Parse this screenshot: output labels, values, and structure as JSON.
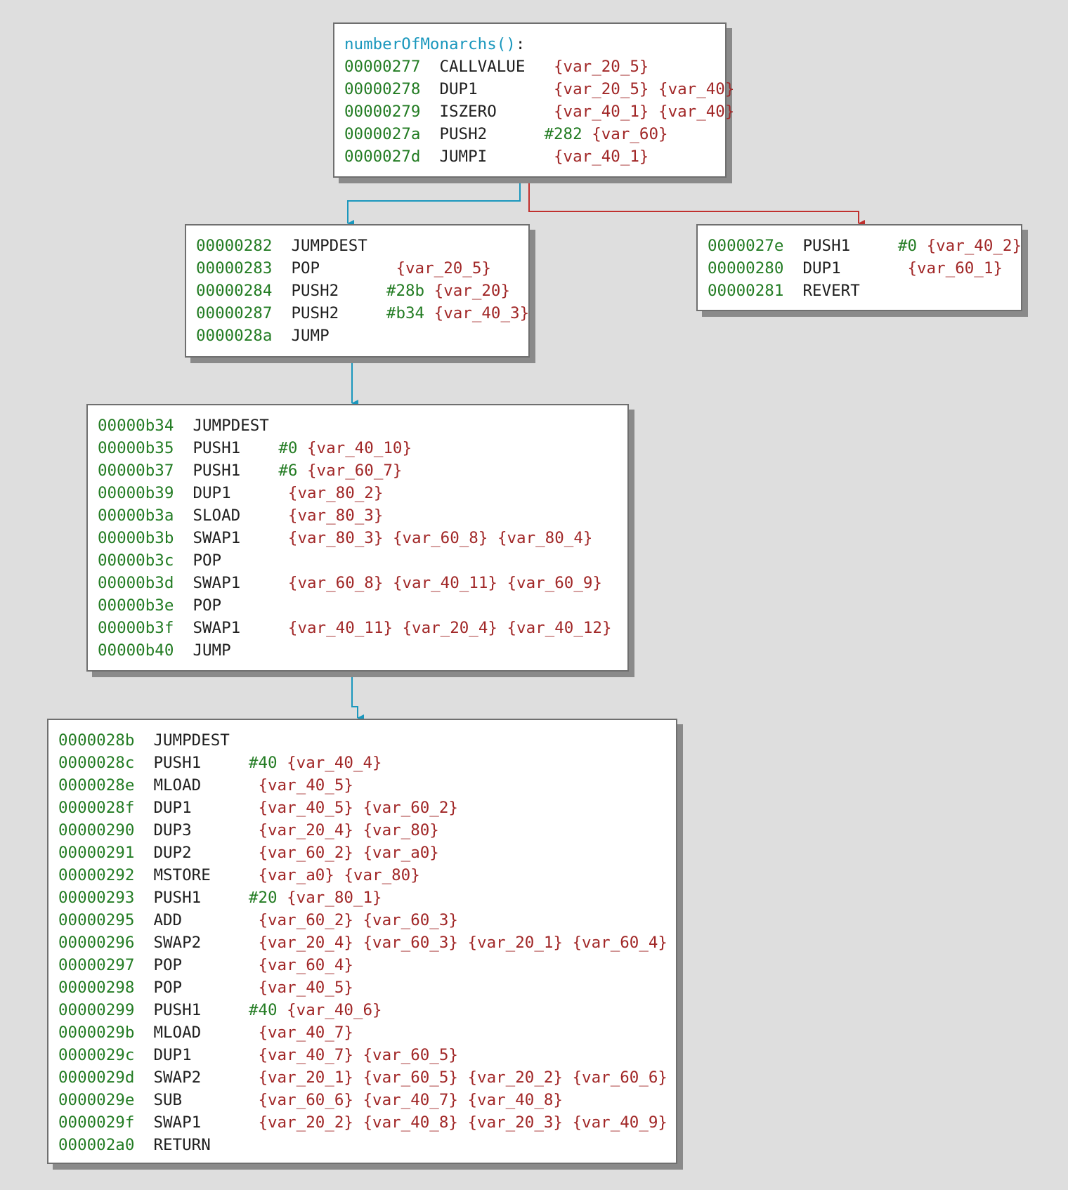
{
  "colors": {
    "background": "#dedede",
    "address": "#237c23",
    "immediate": "#237c23",
    "variable": "#a12727",
    "function": "#1a97bd",
    "edge_true": "#1a97bd",
    "edge_false": "#c0302e"
  },
  "blocks": [
    {
      "id": "block-entry",
      "header": "numberOfMonarchs()",
      "header_suffix": ":",
      "rows": [
        {
          "addr": "00000277",
          "op": "CALLVALUE",
          "imm": "",
          "vars": [
            "{var_20_5}"
          ]
        },
        {
          "addr": "00000278",
          "op": "DUP1",
          "imm": "",
          "vars": [
            "{var_20_5}",
            "{var_40}"
          ]
        },
        {
          "addr": "00000279",
          "op": "ISZERO",
          "imm": "",
          "vars": [
            "{var_40_1}",
            "{var_40}"
          ]
        },
        {
          "addr": "0000027a",
          "op": "PUSH2",
          "imm": "#282",
          "vars": [
            "{var_60}"
          ]
        },
        {
          "addr": "0000027d",
          "op": "JUMPI",
          "imm": "",
          "vars": [
            "{var_40_1}"
          ]
        }
      ]
    },
    {
      "id": "block-282",
      "header": "",
      "rows": [
        {
          "addr": "00000282",
          "op": "JUMPDEST",
          "imm": "",
          "vars": []
        },
        {
          "addr": "00000283",
          "op": "POP",
          "imm": "",
          "vars": [
            "{var_20_5}"
          ]
        },
        {
          "addr": "00000284",
          "op": "PUSH2",
          "imm": "#28b",
          "vars": [
            "{var_20}"
          ]
        },
        {
          "addr": "00000287",
          "op": "PUSH2",
          "imm": "#b34",
          "vars": [
            "{var_40_3}"
          ]
        },
        {
          "addr": "0000028a",
          "op": "JUMP",
          "imm": "",
          "vars": []
        }
      ]
    },
    {
      "id": "block-27e",
      "header": "",
      "rows": [
        {
          "addr": "0000027e",
          "op": "PUSH1",
          "imm": "#0",
          "vars": [
            "{var_40_2}"
          ]
        },
        {
          "addr": "00000280",
          "op": "DUP1",
          "imm": "",
          "vars": [
            "{var_60_1}"
          ]
        },
        {
          "addr": "00000281",
          "op": "REVERT",
          "imm": "",
          "vars": []
        }
      ]
    },
    {
      "id": "block-b34",
      "header": "",
      "rows": [
        {
          "addr": "00000b34",
          "op": "JUMPDEST",
          "imm": "",
          "vars": []
        },
        {
          "addr": "00000b35",
          "op": "PUSH1",
          "imm": "#0",
          "vars": [
            "{var_40_10}"
          ]
        },
        {
          "addr": "00000b37",
          "op": "PUSH1",
          "imm": "#6",
          "vars": [
            "{var_60_7}"
          ]
        },
        {
          "addr": "00000b39",
          "op": "DUP1",
          "imm": "",
          "vars": [
            "{var_80_2}"
          ]
        },
        {
          "addr": "00000b3a",
          "op": "SLOAD",
          "imm": "",
          "vars": [
            "{var_80_3}"
          ]
        },
        {
          "addr": "00000b3b",
          "op": "SWAP1",
          "imm": "",
          "vars": [
            "{var_80_3}",
            "{var_60_8}",
            "{var_80_4}"
          ]
        },
        {
          "addr": "00000b3c",
          "op": "POP",
          "imm": "",
          "vars": []
        },
        {
          "addr": "00000b3d",
          "op": "SWAP1",
          "imm": "",
          "vars": [
            "{var_60_8}",
            "{var_40_11}",
            "{var_60_9}"
          ]
        },
        {
          "addr": "00000b3e",
          "op": "POP",
          "imm": "",
          "vars": []
        },
        {
          "addr": "00000b3f",
          "op": "SWAP1",
          "imm": "",
          "vars": [
            "{var_40_11}",
            "{var_20_4}",
            "{var_40_12}"
          ]
        },
        {
          "addr": "00000b40",
          "op": "JUMP",
          "imm": "",
          "vars": []
        }
      ]
    },
    {
      "id": "block-28b",
      "header": "",
      "rows": [
        {
          "addr": "0000028b",
          "op": "JUMPDEST",
          "imm": "",
          "vars": []
        },
        {
          "addr": "0000028c",
          "op": "PUSH1",
          "imm": "#40",
          "vars": [
            "{var_40_4}"
          ]
        },
        {
          "addr": "0000028e",
          "op": "MLOAD",
          "imm": "",
          "vars": [
            "{var_40_5}"
          ]
        },
        {
          "addr": "0000028f",
          "op": "DUP1",
          "imm": "",
          "vars": [
            "{var_40_5}",
            "{var_60_2}"
          ]
        },
        {
          "addr": "00000290",
          "op": "DUP3",
          "imm": "",
          "vars": [
            "{var_20_4}",
            "{var_80}"
          ]
        },
        {
          "addr": "00000291",
          "op": "DUP2",
          "imm": "",
          "vars": [
            "{var_60_2}",
            "{var_a0}"
          ]
        },
        {
          "addr": "00000292",
          "op": "MSTORE",
          "imm": "",
          "vars": [
            "{var_a0}",
            "{var_80}"
          ]
        },
        {
          "addr": "00000293",
          "op": "PUSH1",
          "imm": "#20",
          "vars": [
            "{var_80_1}"
          ]
        },
        {
          "addr": "00000295",
          "op": "ADD",
          "imm": "",
          "vars": [
            "{var_60_2}",
            "{var_60_3}"
          ]
        },
        {
          "addr": "00000296",
          "op": "SWAP2",
          "imm": "",
          "vars": [
            "{var_20_4}",
            "{var_60_3}",
            "{var_20_1}",
            "{var_60_4}"
          ]
        },
        {
          "addr": "00000297",
          "op": "POP",
          "imm": "",
          "vars": [
            "{var_60_4}"
          ]
        },
        {
          "addr": "00000298",
          "op": "POP",
          "imm": "",
          "vars": [
            "{var_40_5}"
          ]
        },
        {
          "addr": "00000299",
          "op": "PUSH1",
          "imm": "#40",
          "vars": [
            "{var_40_6}"
          ]
        },
        {
          "addr": "0000029b",
          "op": "MLOAD",
          "imm": "",
          "vars": [
            "{var_40_7}"
          ]
        },
        {
          "addr": "0000029c",
          "op": "DUP1",
          "imm": "",
          "vars": [
            "{var_40_7}",
            "{var_60_5}"
          ]
        },
        {
          "addr": "0000029d",
          "op": "SWAP2",
          "imm": "",
          "vars": [
            "{var_20_1}",
            "{var_60_5}",
            "{var_20_2}",
            "{var_60_6}"
          ]
        },
        {
          "addr": "0000029e",
          "op": "SUB",
          "imm": "",
          "vars": [
            "{var_60_6}",
            "{var_40_7}",
            "{var_40_8}"
          ]
        },
        {
          "addr": "0000029f",
          "op": "SWAP1",
          "imm": "",
          "vars": [
            "{var_20_2}",
            "{var_40_8}",
            "{var_20_3}",
            "{var_40_9}"
          ]
        },
        {
          "addr": "000002a0",
          "op": "RETURN",
          "imm": "",
          "vars": []
        }
      ]
    }
  ],
  "edges": [
    {
      "from": "block-entry",
      "to": "block-282",
      "kind": "true"
    },
    {
      "from": "block-entry",
      "to": "block-27e",
      "kind": "false"
    },
    {
      "from": "block-282",
      "to": "block-b34",
      "kind": "true"
    },
    {
      "from": "block-b34",
      "to": "block-28b",
      "kind": "true"
    }
  ]
}
